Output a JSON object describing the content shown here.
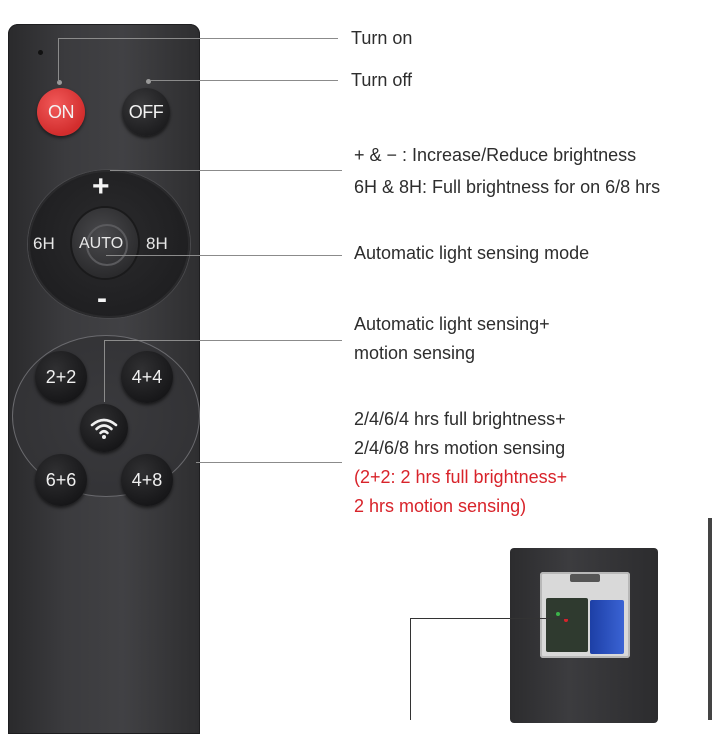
{
  "remote": {
    "buttons": {
      "on": "ON",
      "off": "OFF",
      "plus": "+",
      "minus": "-",
      "h6": "6H",
      "h8": "8H",
      "auto": "AUTO",
      "m22": "2+2",
      "m44": "4+4",
      "m66": "6+6",
      "m48": "4+8"
    },
    "icons": {
      "motion": "wifi-signal-icon"
    }
  },
  "annotations": {
    "turn_on": "Turn on",
    "turn_off": "Turn off",
    "brightness_line1": "+ & −      : Increase/Reduce brightness",
    "brightness_line2": "6H & 8H:  Full brightness for on 6/8 hrs",
    "auto_mode": "Automatic light sensing mode",
    "auto_motion_line1": "Automatic light sensing+",
    "auto_motion_line2": "motion sensing",
    "hours_line1": "2/4/6/4 hrs full brightness+",
    "hours_line2": "2/4/6/8 hrs motion sensing",
    "example_line1": "(2+2: 2 hrs full brightness+",
    "example_line2": "2 hrs motion sensing)"
  },
  "colors": {
    "on_button": "#d22d2d",
    "annotation_text": "#2d2d2d",
    "example_text": "#d8232a",
    "battery": "#1d3fa6"
  }
}
